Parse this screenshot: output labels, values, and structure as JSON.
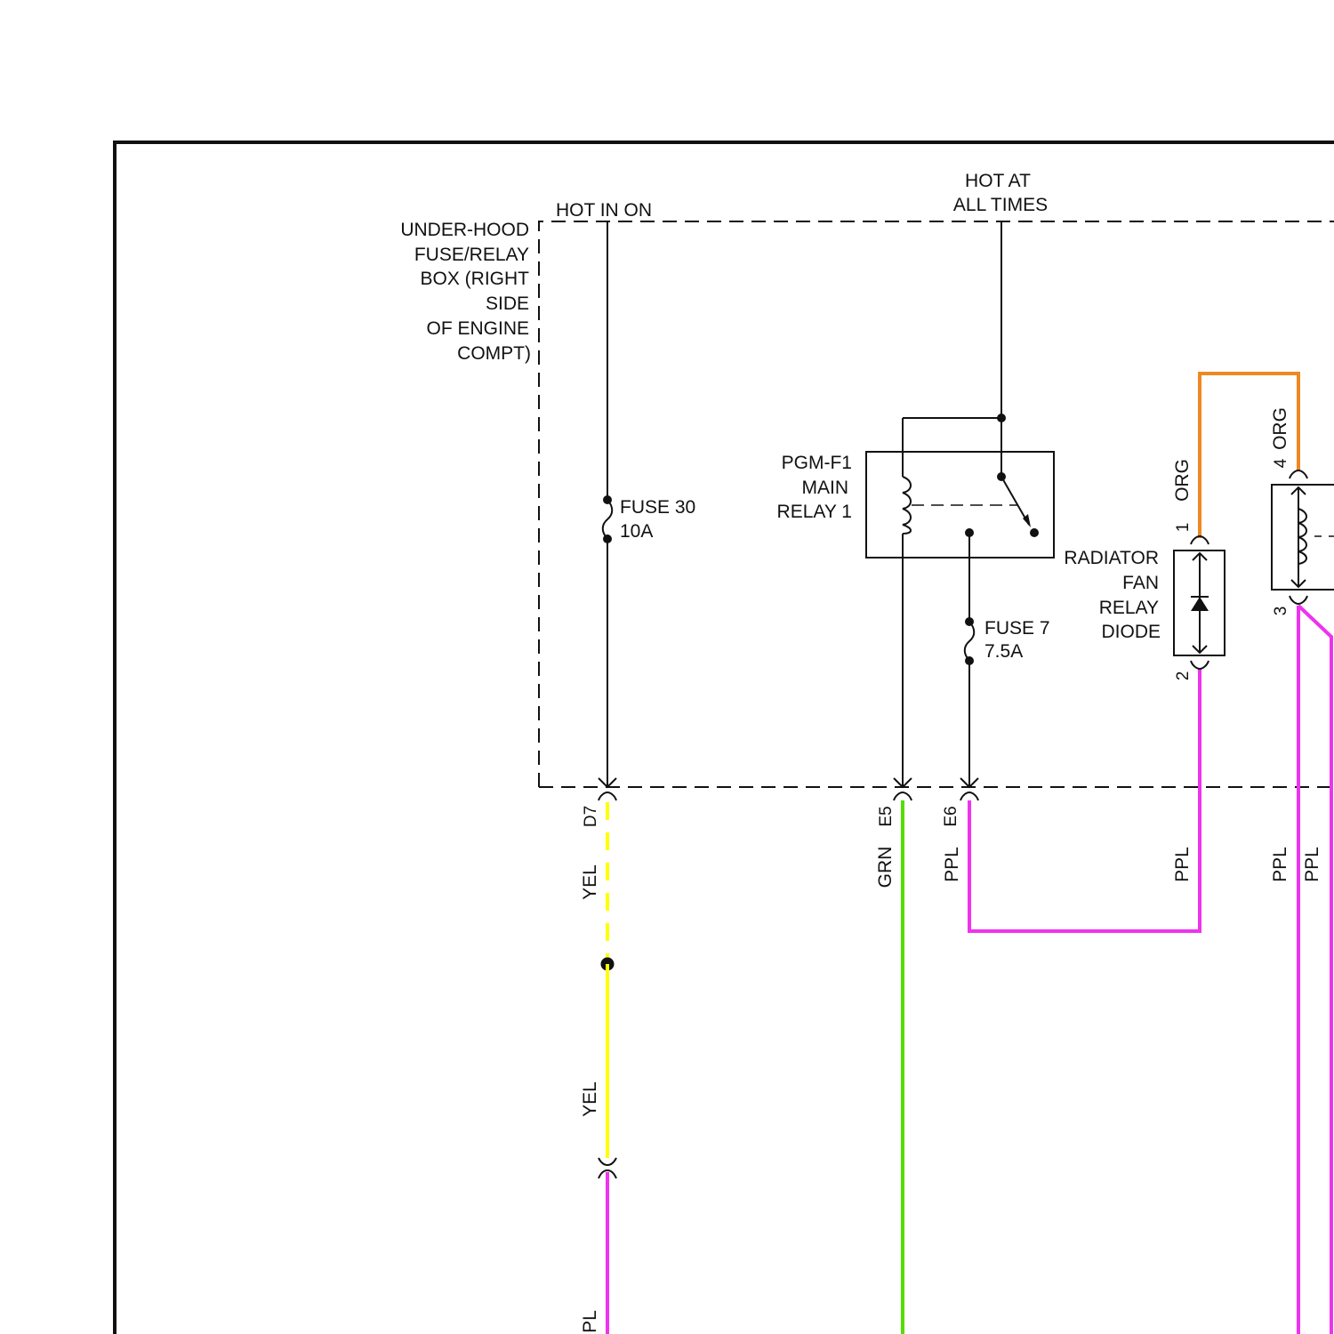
{
  "colors": {
    "yellow": "#ffff00",
    "green": "#55dd00",
    "purple": "#ee33ee",
    "orange": "#ee8822",
    "black": "#111111"
  },
  "labels": {
    "hot_in_on": "HOT IN ON",
    "hot_at_all_times": [
      "HOT AT",
      "ALL TIMES"
    ],
    "fuse_box": [
      "UNDER-HOOD",
      "FUSE/RELAY",
      "BOX (RIGHT",
      "SIDE",
      "OF ENGINE",
      "COMPT)"
    ],
    "fuse30": [
      "FUSE 30",
      "10A"
    ],
    "fuse7": [
      "FUSE 7",
      "7.5A"
    ],
    "main_relay": [
      "PGM-F1",
      "MAIN",
      "RELAY 1"
    ],
    "diode": [
      "RADIATOR",
      "FAN",
      "RELAY",
      "DIODE"
    ]
  },
  "connectors": {
    "d7": "D7",
    "e5": "E5",
    "e6": "E6"
  },
  "pins": {
    "diode_top": "1",
    "diode_bottom": "2",
    "relay_top": "4",
    "relay_bottom": "3"
  },
  "wires": {
    "d7_top": "YEL",
    "d7_bottom": "YEL",
    "d7_lower": "PL",
    "e5": "GRN",
    "e6": "PPL",
    "diode_bottom": "PPL",
    "relay_left": "PPL",
    "relay_right": "PPL",
    "diode_top": "ORG",
    "relay_top": "ORG"
  },
  "icons": [
    "fuse-icon",
    "relay-coil-icon",
    "relay-switch-icon",
    "diode-icon",
    "connector-icon",
    "splice-icon"
  ]
}
